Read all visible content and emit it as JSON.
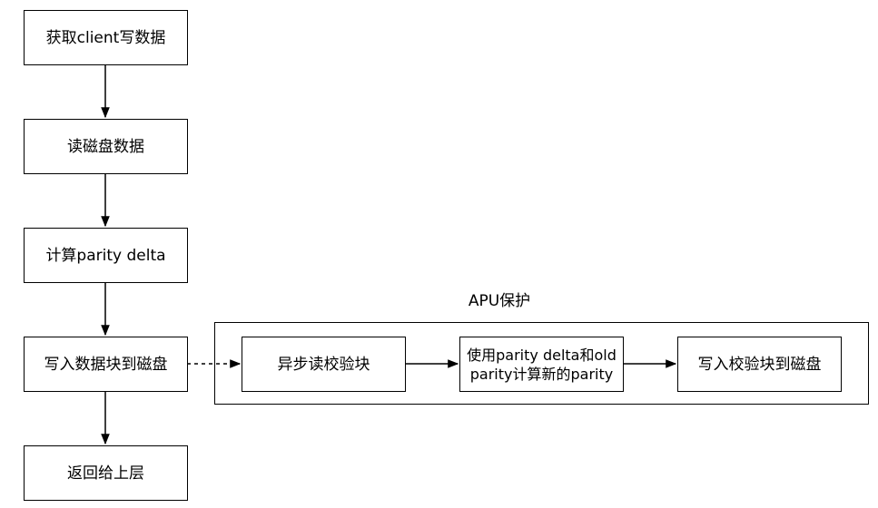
{
  "flow": {
    "step1": "获取client写数据",
    "step2": "读磁盘数据",
    "step3": "计算parity delta",
    "step4": "写入数据块到磁盘",
    "step5": "返回给上层"
  },
  "apu": {
    "title": "APU保护",
    "step1": "异步读校验块",
    "step2_line1": "使用parity delta和old",
    "step2_line2": "parity计算新的parity",
    "step3": "写入校验块到磁盘"
  }
}
